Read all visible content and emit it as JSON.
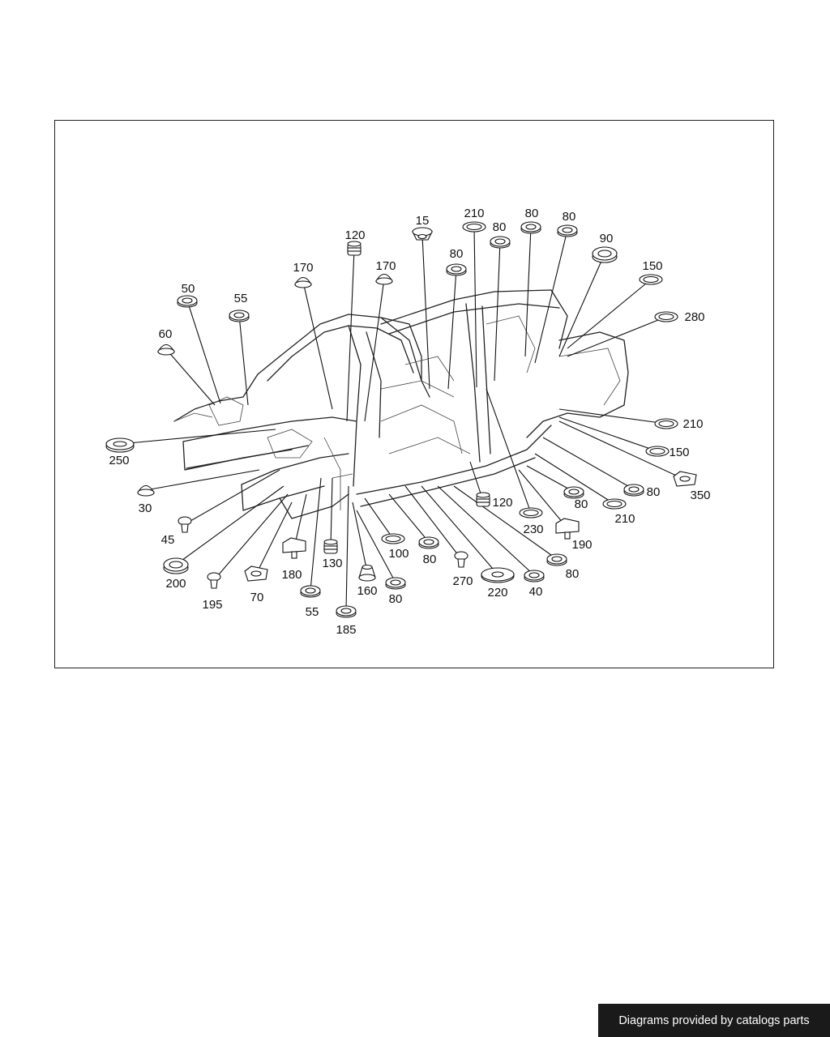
{
  "diagram": {
    "callouts": [
      {
        "id": "c15",
        "label": "15",
        "part": "grommet-cap"
      },
      {
        "id": "c210a",
        "label": "210",
        "part": "flat-washer"
      },
      {
        "id": "c80a",
        "label": "80",
        "part": "grommet"
      },
      {
        "id": "c80b",
        "label": "80",
        "part": "grommet"
      },
      {
        "id": "c80c",
        "label": "80",
        "part": "grommet"
      },
      {
        "id": "c90",
        "label": "90",
        "part": "grommet-large"
      },
      {
        "id": "c150a",
        "label": "150",
        "part": "flat-washer"
      },
      {
        "id": "c280",
        "label": "280",
        "part": "flat-washer"
      },
      {
        "id": "c120a",
        "label": "120",
        "part": "ribbed-plug"
      },
      {
        "id": "c170a",
        "label": "170",
        "part": "dome-plug"
      },
      {
        "id": "c170b",
        "label": "170",
        "part": "dome-plug"
      },
      {
        "id": "c80d",
        "label": "80",
        "part": "grommet"
      },
      {
        "id": "c50",
        "label": "50",
        "part": "grommet"
      },
      {
        "id": "c55a",
        "label": "55",
        "part": "grommet"
      },
      {
        "id": "c60",
        "label": "60",
        "part": "dome-plug"
      },
      {
        "id": "c250",
        "label": "250",
        "part": "flat-disc"
      },
      {
        "id": "c30",
        "label": "30",
        "part": "dome-plug"
      },
      {
        "id": "c45",
        "label": "45",
        "part": "clip"
      },
      {
        "id": "c200",
        "label": "200",
        "part": "grommet-large"
      },
      {
        "id": "c195",
        "label": "195",
        "part": "clip"
      },
      {
        "id": "c70",
        "label": "70",
        "part": "square-pad"
      },
      {
        "id": "c180",
        "label": "180",
        "part": "block-clip"
      },
      {
        "id": "c55b",
        "label": "55",
        "part": "grommet"
      },
      {
        "id": "c130",
        "label": "130",
        "part": "ribbed-plug"
      },
      {
        "id": "c185",
        "label": "185",
        "part": "grommet"
      },
      {
        "id": "c160",
        "label": "160",
        "part": "cone-plug"
      },
      {
        "id": "c80e",
        "label": "80",
        "part": "grommet"
      },
      {
        "id": "c100",
        "label": "100",
        "part": "flat-washer"
      },
      {
        "id": "c80f",
        "label": "80",
        "part": "grommet"
      },
      {
        "id": "c270",
        "label": "270",
        "part": "clip"
      },
      {
        "id": "c220",
        "label": "220",
        "part": "oval-pad"
      },
      {
        "id": "c40",
        "label": "40",
        "part": "grommet"
      },
      {
        "id": "c80g",
        "label": "80",
        "part": "grommet"
      },
      {
        "id": "c120b",
        "label": "120",
        "part": "ribbed-plug"
      },
      {
        "id": "c230",
        "label": "230",
        "part": "flat-washer"
      },
      {
        "id": "c190",
        "label": "190",
        "part": "block-clip"
      },
      {
        "id": "c80h",
        "label": "80",
        "part": "grommet"
      },
      {
        "id": "c210b",
        "label": "210",
        "part": "flat-washer"
      },
      {
        "id": "c80i",
        "label": "80",
        "part": "grommet"
      },
      {
        "id": "c350",
        "label": "350",
        "part": "square-pad"
      },
      {
        "id": "c150b",
        "label": "150",
        "part": "flat-washer"
      },
      {
        "id": "c210c",
        "label": "210",
        "part": "flat-washer"
      }
    ]
  },
  "footer": {
    "text": "Diagrams provided by catalogs parts"
  }
}
